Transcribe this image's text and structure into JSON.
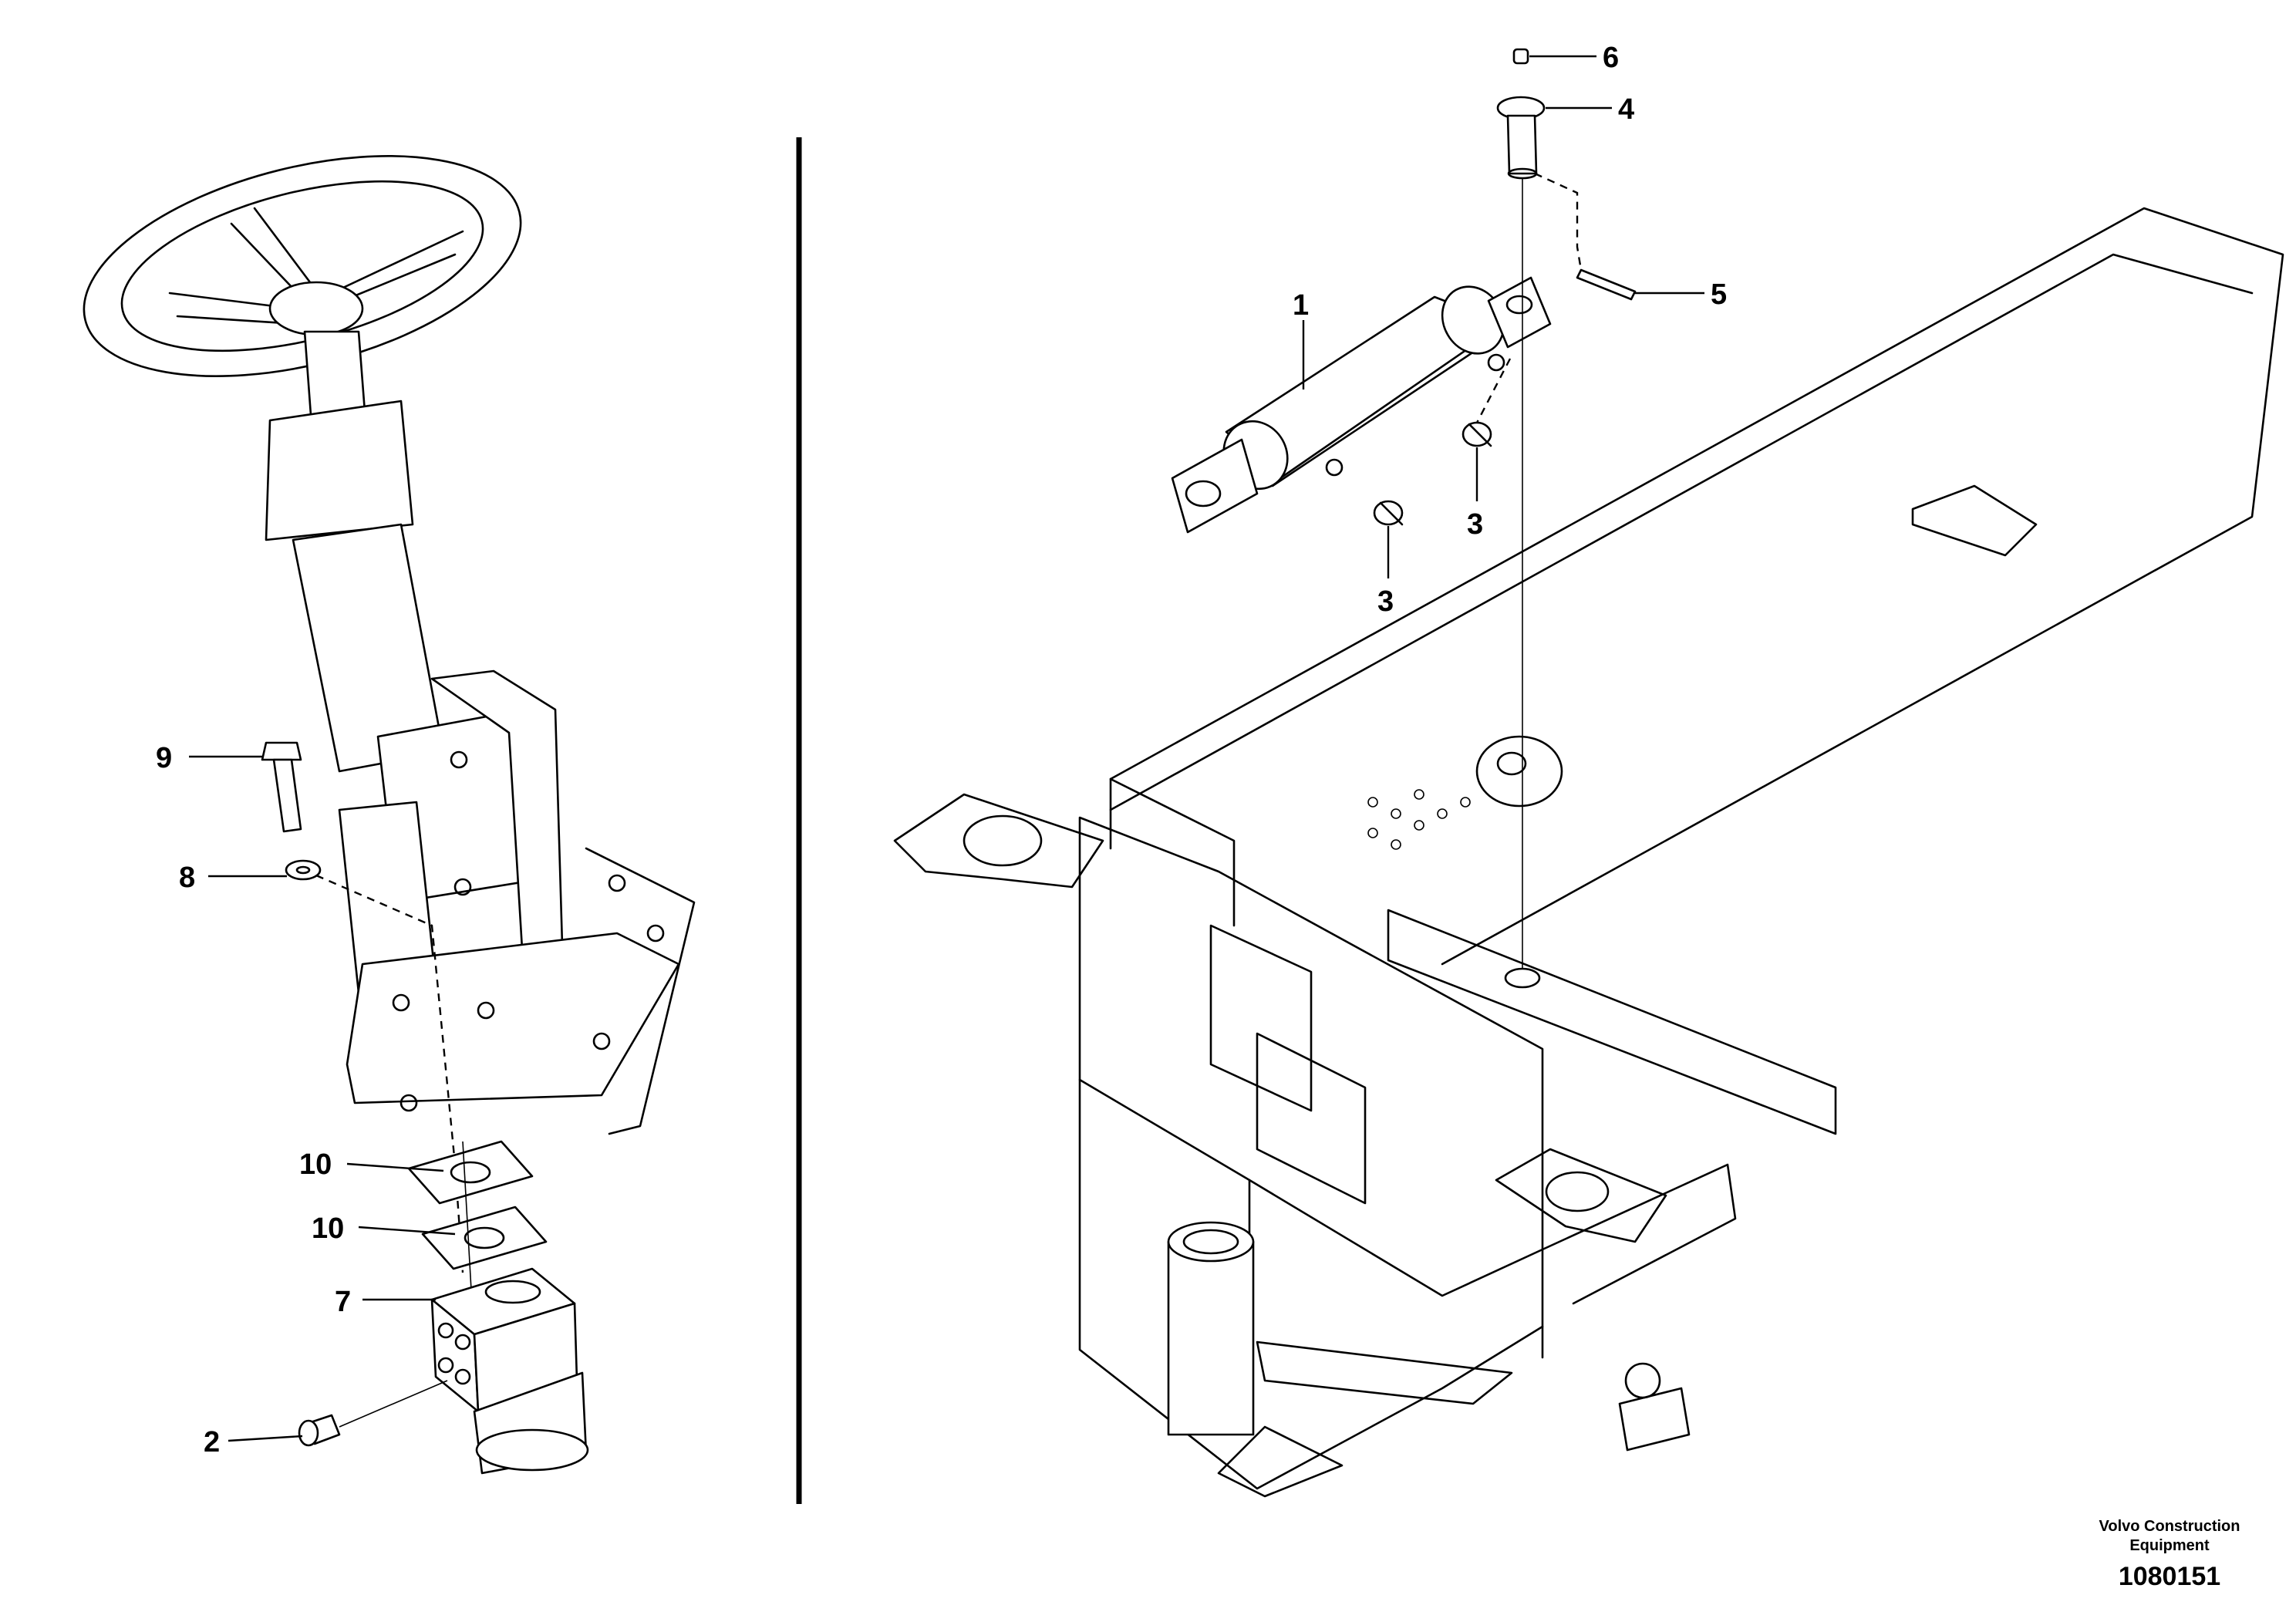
{
  "callouts": {
    "c1": "1",
    "c2": "2",
    "c3a": "3",
    "c3b": "3",
    "c4": "4",
    "c5": "5",
    "c6": "6",
    "c7": "7",
    "c8": "8",
    "c9": "9",
    "c10a": "10",
    "c10b": "10"
  },
  "footer": {
    "brand_line1": "Volvo Construction",
    "brand_line2": "Equipment",
    "drawing_number": "1080151"
  }
}
